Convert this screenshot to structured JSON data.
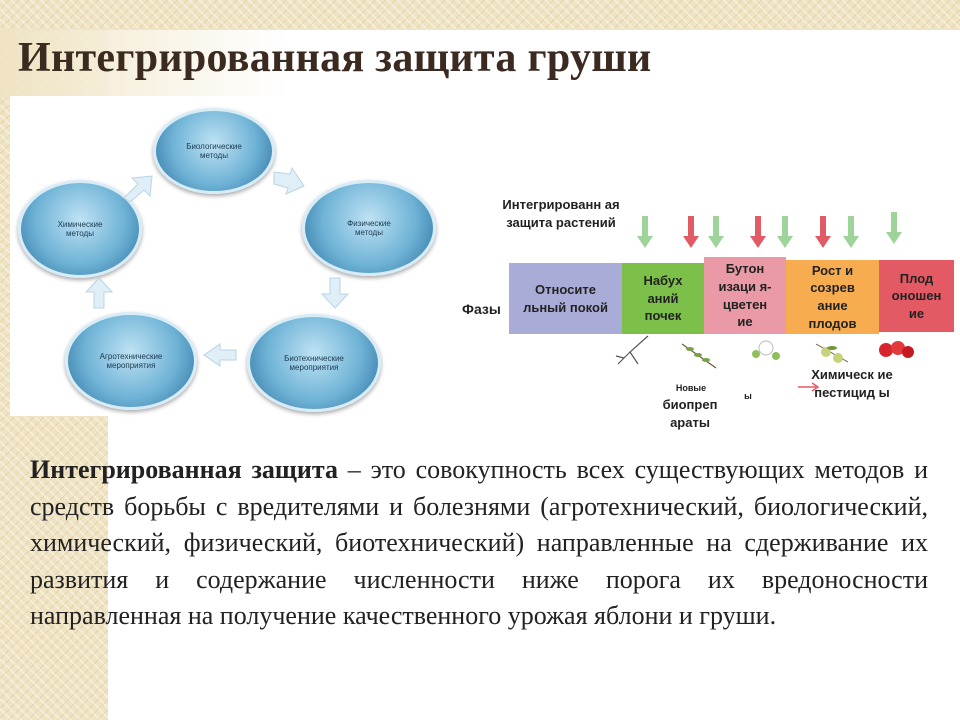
{
  "slide": {
    "title": "Интегрированная защита груши"
  },
  "cycle": {
    "methods": [
      {
        "label": "Биологические методы"
      },
      {
        "label": "Физические методы"
      },
      {
        "label": "Биотехнические мероприятия"
      },
      {
        "label": "Агротехнические мероприятия"
      },
      {
        "label": "Химические методы"
      }
    ]
  },
  "phases": {
    "header": "Интегрированн ая защита растений",
    "row_label": "Фазы",
    "items": [
      {
        "label": "Относите льный покой",
        "color": "#a9acd6"
      },
      {
        "label": "Набух аний почек",
        "color": "#7cc04a"
      },
      {
        "label": "Бутон изаци я- цветен ие",
        "color": "#e99aa6"
      },
      {
        "label": "Рост и созрев ание плодов",
        "color": "#f7ad4f"
      },
      {
        "label": "Плод оношен ие",
        "color": "#e45a64"
      }
    ],
    "new_bio_small": "Новые",
    "new_bio": "биопреп араты",
    "stray_fragment": "ы",
    "chemical": "Химическ ие пестицид ы",
    "arrow_colors": {
      "bio": "#9ed39a",
      "chem": "#e25a66"
    }
  },
  "body": {
    "term": "Интегрированная защита",
    "definition": " – это совокупность всех существующих методов и средств борьбы с вредителями и болезнями (агротехнический, биологический, химический, физический, биотехнический) направленные на сдерживание их развития и содержание численности ниже порога их вредоносности направленная на получение качественного урожая яблони и груши."
  }
}
